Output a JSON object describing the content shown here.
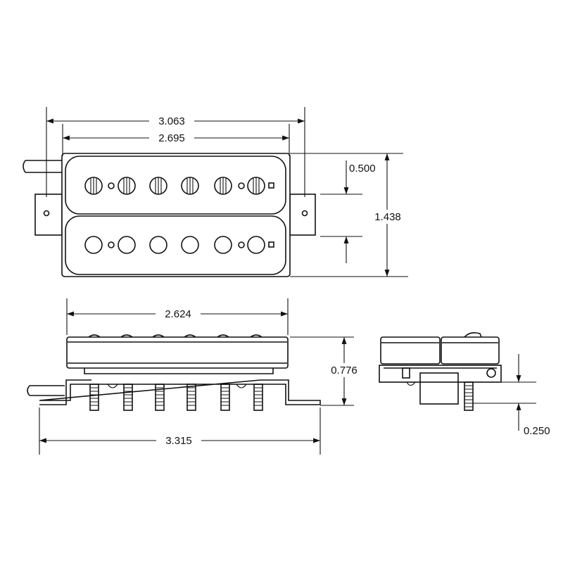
{
  "dimensions": {
    "overall_width": "3.063",
    "bobbin_width": "2.695",
    "pole_offset": "0.500",
    "height": "1.438",
    "side_cover_width": "2.624",
    "side_height": "0.776",
    "base_plate_width": "3.315",
    "leg_height": "0.250"
  },
  "colors": {
    "line": "#111111",
    "background": "#ffffff"
  }
}
